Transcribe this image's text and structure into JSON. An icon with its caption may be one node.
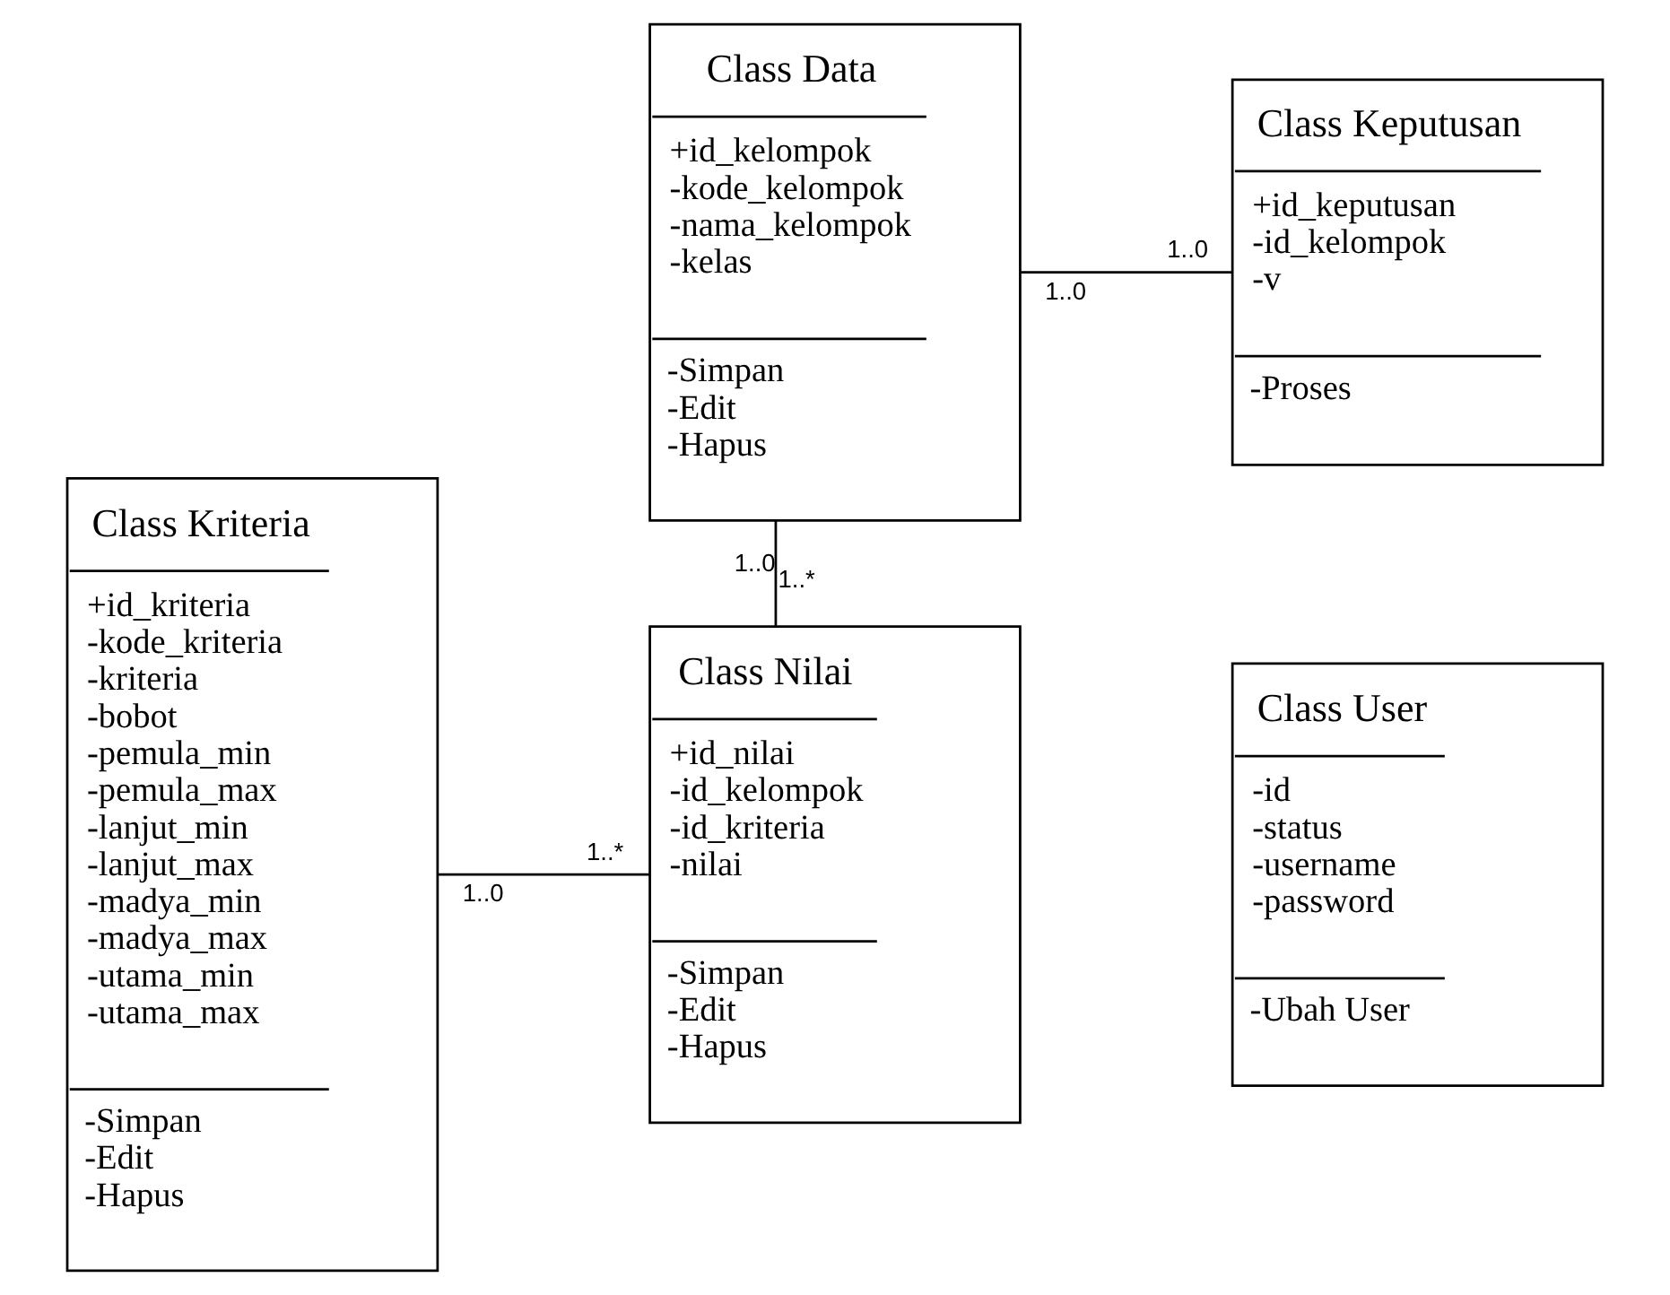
{
  "diagram": {
    "nodes": [
      {
        "text": [
          "Class Data",
          "+id_kelompok",
          "-kode_kelompok",
          "-nama_kelompok",
          "-kelas",
          "-Simpan",
          "-Edit",
          "-Hapus"
        ]
      },
      {
        "text": [
          "Class Keputusan",
          "+id_keputusan",
          "-id_kelompok",
          "-v",
          "-Proses"
        ]
      },
      {
        "text": [
          "Class Kriteria",
          "+id_kriteria",
          "-kode_kriteria",
          "-kriteria",
          "-bobot",
          "-pemula_min",
          "-pemula_max",
          "-lanjut_min",
          "-lanjut_max",
          "-madya_min",
          "-madya_max",
          "-utama_min",
          "-utama_max",
          "-Simpan",
          "-Edit",
          "-Hapus"
        ]
      },
      {
        "text": [
          "Class Nilai",
          "+id_nilai",
          "-id_kelompok",
          "-id_kriteria",
          "-nilai",
          "-Simpan",
          "-Edit",
          "-Hapus"
        ]
      },
      {
        "text": [
          "Class User",
          "-id",
          "-status",
          "-username",
          "-password",
          "-Ubah User"
        ]
      }
    ],
    "edges": [
      {
        "from": 0,
        "to": 3,
        "arrow": "none"
      },
      {
        "from": 0,
        "to": 1,
        "arrow": "none"
      },
      {
        "from": 2,
        "to": 3,
        "arrow": "none"
      }
    ],
    "labels": [
      "1..0",
      "1..0",
      "1..0",
      "1..0",
      "1..*",
      "1..*"
    ]
  }
}
